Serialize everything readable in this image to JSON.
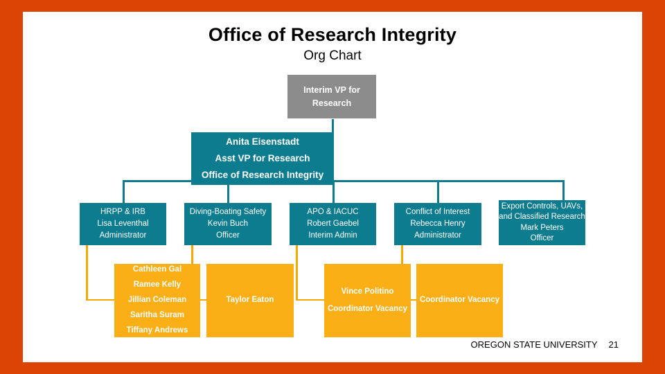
{
  "slide": {
    "title": "Office of Research Integrity",
    "subtitle": "Org Chart",
    "colors": {
      "frame_orange": "#DC4405",
      "teal": "#0E7C8F",
      "gray": "#8C8C8C",
      "orange": "#FBAF17",
      "connector_orange": "#F6A800",
      "background": "#FFFFFF"
    }
  },
  "org": {
    "root": {
      "lines": [
        "Interim VP for",
        "Research"
      ]
    },
    "executive": {
      "lines": [
        "Anita Eisenstadt",
        "Asst VP for Research",
        "Office of Research Integrity"
      ]
    },
    "units": [
      {
        "lines": [
          "HRPP & IRB",
          "Lisa Leventhal",
          "Administrator"
        ]
      },
      {
        "lines": [
          "Diving-Boating Safety",
          "Kevin Buch",
          "Officer"
        ]
      },
      {
        "lines": [
          "APO & IACUC",
          "Robert Gaebel",
          "Interim Admin"
        ]
      },
      {
        "lines": [
          "Conflict of Interest",
          "Rebecca Henry",
          "Administrator"
        ]
      },
      {
        "lines": [
          "Export Controls, UAVs,",
          "and Classified Research",
          "Mark Peters",
          "Officer"
        ]
      }
    ],
    "staff": [
      {
        "lines": [
          "Cathleen Gal",
          "Ramee Kelly",
          "Jillian Coleman",
          "Saritha Suram",
          "Tiffany Andrews"
        ]
      },
      {
        "lines": [
          "Taylor Eaton"
        ]
      },
      {
        "lines": [
          "Vince Politino",
          "Coordinator Vacancy"
        ]
      },
      {
        "lines": [
          "Coordinator Vacancy"
        ]
      }
    ]
  },
  "footer": {
    "organization": "OREGON STATE UNIVERSITY",
    "page_number": "21"
  }
}
